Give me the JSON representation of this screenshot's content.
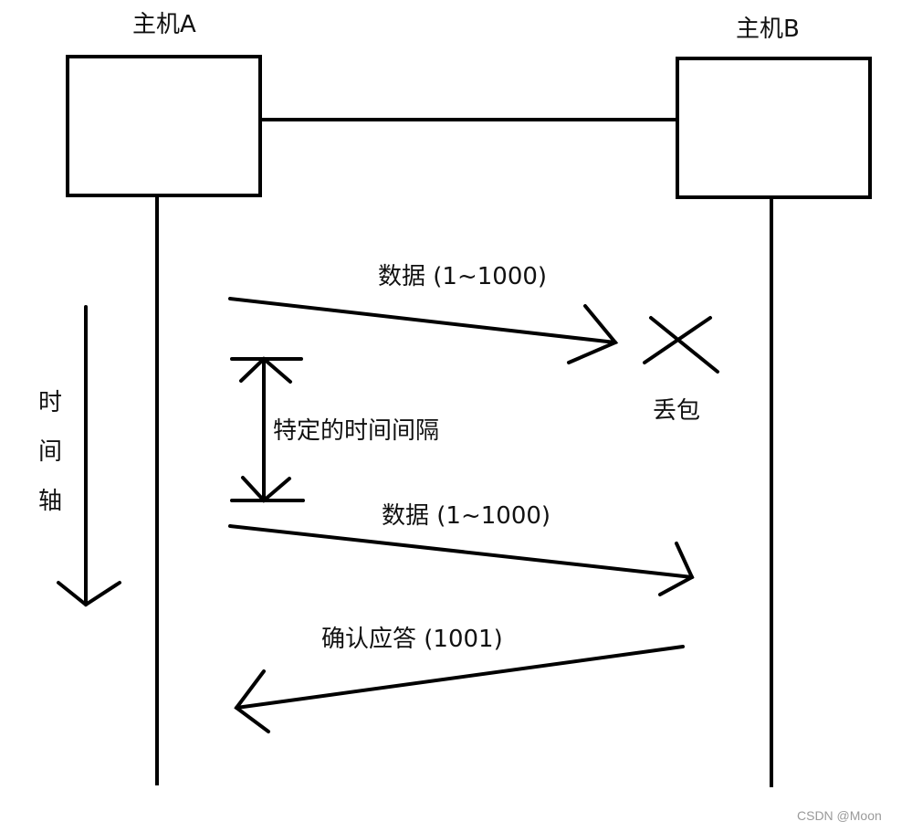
{
  "hosts": {
    "a_label": "主机A",
    "b_label": "主机B"
  },
  "time_axis": {
    "chars": [
      "时",
      "间",
      "轴"
    ]
  },
  "messages": {
    "first_send": "数据 (1~1000)",
    "lost": "丢包",
    "interval": "特定的时间间隔",
    "resend": "数据 (1~1000)",
    "ack": "确认应答 (1001)"
  },
  "watermark": "CSDN @Moon"
}
